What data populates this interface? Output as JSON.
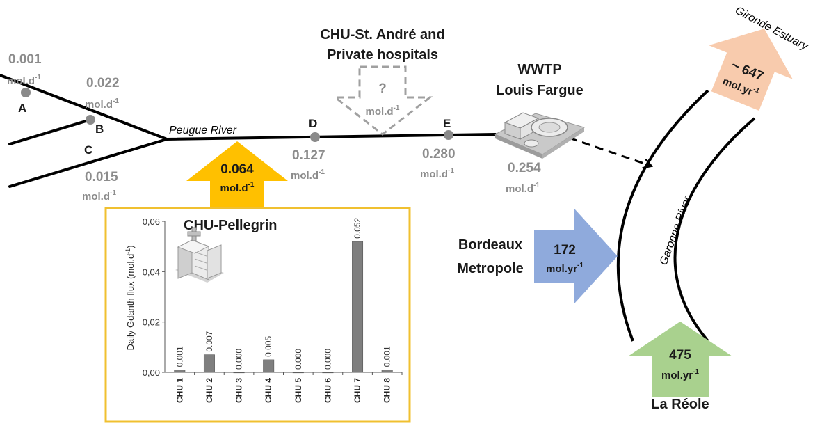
{
  "tributaries": {
    "A": {
      "letter": "A",
      "flux": "0.001",
      "unit": "mol.d",
      "exp": "-1"
    },
    "B": {
      "letter": "B",
      "flux": "0.022",
      "unit": "mol.d",
      "exp": "-1"
    },
    "C": {
      "letter": "C",
      "flux": "0.015",
      "unit": "mol.d",
      "exp": "-1"
    }
  },
  "river": {
    "peugue_label": "Peugue River",
    "D": {
      "letter": "D",
      "flux": "0.127",
      "unit": "mol.d",
      "exp": "-1"
    },
    "E": {
      "letter": "E",
      "flux": "0.280",
      "unit": "mol.d",
      "exp": "-1"
    }
  },
  "chu_st_andre": {
    "title_line1": "CHU-St. André and",
    "title_line2": "Private hospitals",
    "arrow_value": "?",
    "arrow_unit": "mol.d",
    "arrow_exp": "-1"
  },
  "wwtp": {
    "title_line1": "WWTP",
    "title_line2": "Louis Fargue",
    "flux": "0.254",
    "unit": "mol.d",
    "exp": "-1"
  },
  "pellegrin_arrow": {
    "value": "0.064",
    "unit": "mol.d",
    "exp": "-1",
    "color": "#ffc000"
  },
  "gironde": {
    "label": "Gironde Estuary",
    "value": "~ 647",
    "unit": "mol.yr",
    "exp": "-1",
    "color": "#f8cbad"
  },
  "bordeaux": {
    "label_line1": "Bordeaux",
    "label_line2": "Metropole",
    "value": "172",
    "unit": "mol.yr",
    "exp": "-1",
    "color": "#8faadc"
  },
  "la_reole": {
    "label": "La Réole",
    "value": "475",
    "unit": "mol.yr",
    "exp": "-1",
    "color": "#a9d18e"
  },
  "garonne_label": "Garonne River",
  "inset": {
    "title": "CHU-Pellegrin",
    "border_color": "#f0c030"
  },
  "chart_data": {
    "type": "bar",
    "ylabel": "Daily Gdanth flux (mol.d",
    "ylabel_exp": "-1",
    "ylabel_close": ")",
    "ylim": [
      0,
      0.06
    ],
    "yticks": [
      "0,00",
      "0,02",
      "0,04",
      "0,06"
    ],
    "categories": [
      "CHU 1",
      "CHU 2",
      "CHU 3",
      "CHU 4",
      "CHU 5",
      "CHU 6",
      "CHU 7",
      "CHU 8"
    ],
    "values": [
      0.001,
      0.007,
      0.0,
      0.005,
      0.0,
      0.0,
      0.052,
      0.001
    ],
    "labels": [
      "0.001",
      "0.007",
      "0.000",
      "0.005",
      "0.000",
      "0.000",
      "0.052",
      "0.001"
    ],
    "bar_color": "#7f7f7f"
  }
}
